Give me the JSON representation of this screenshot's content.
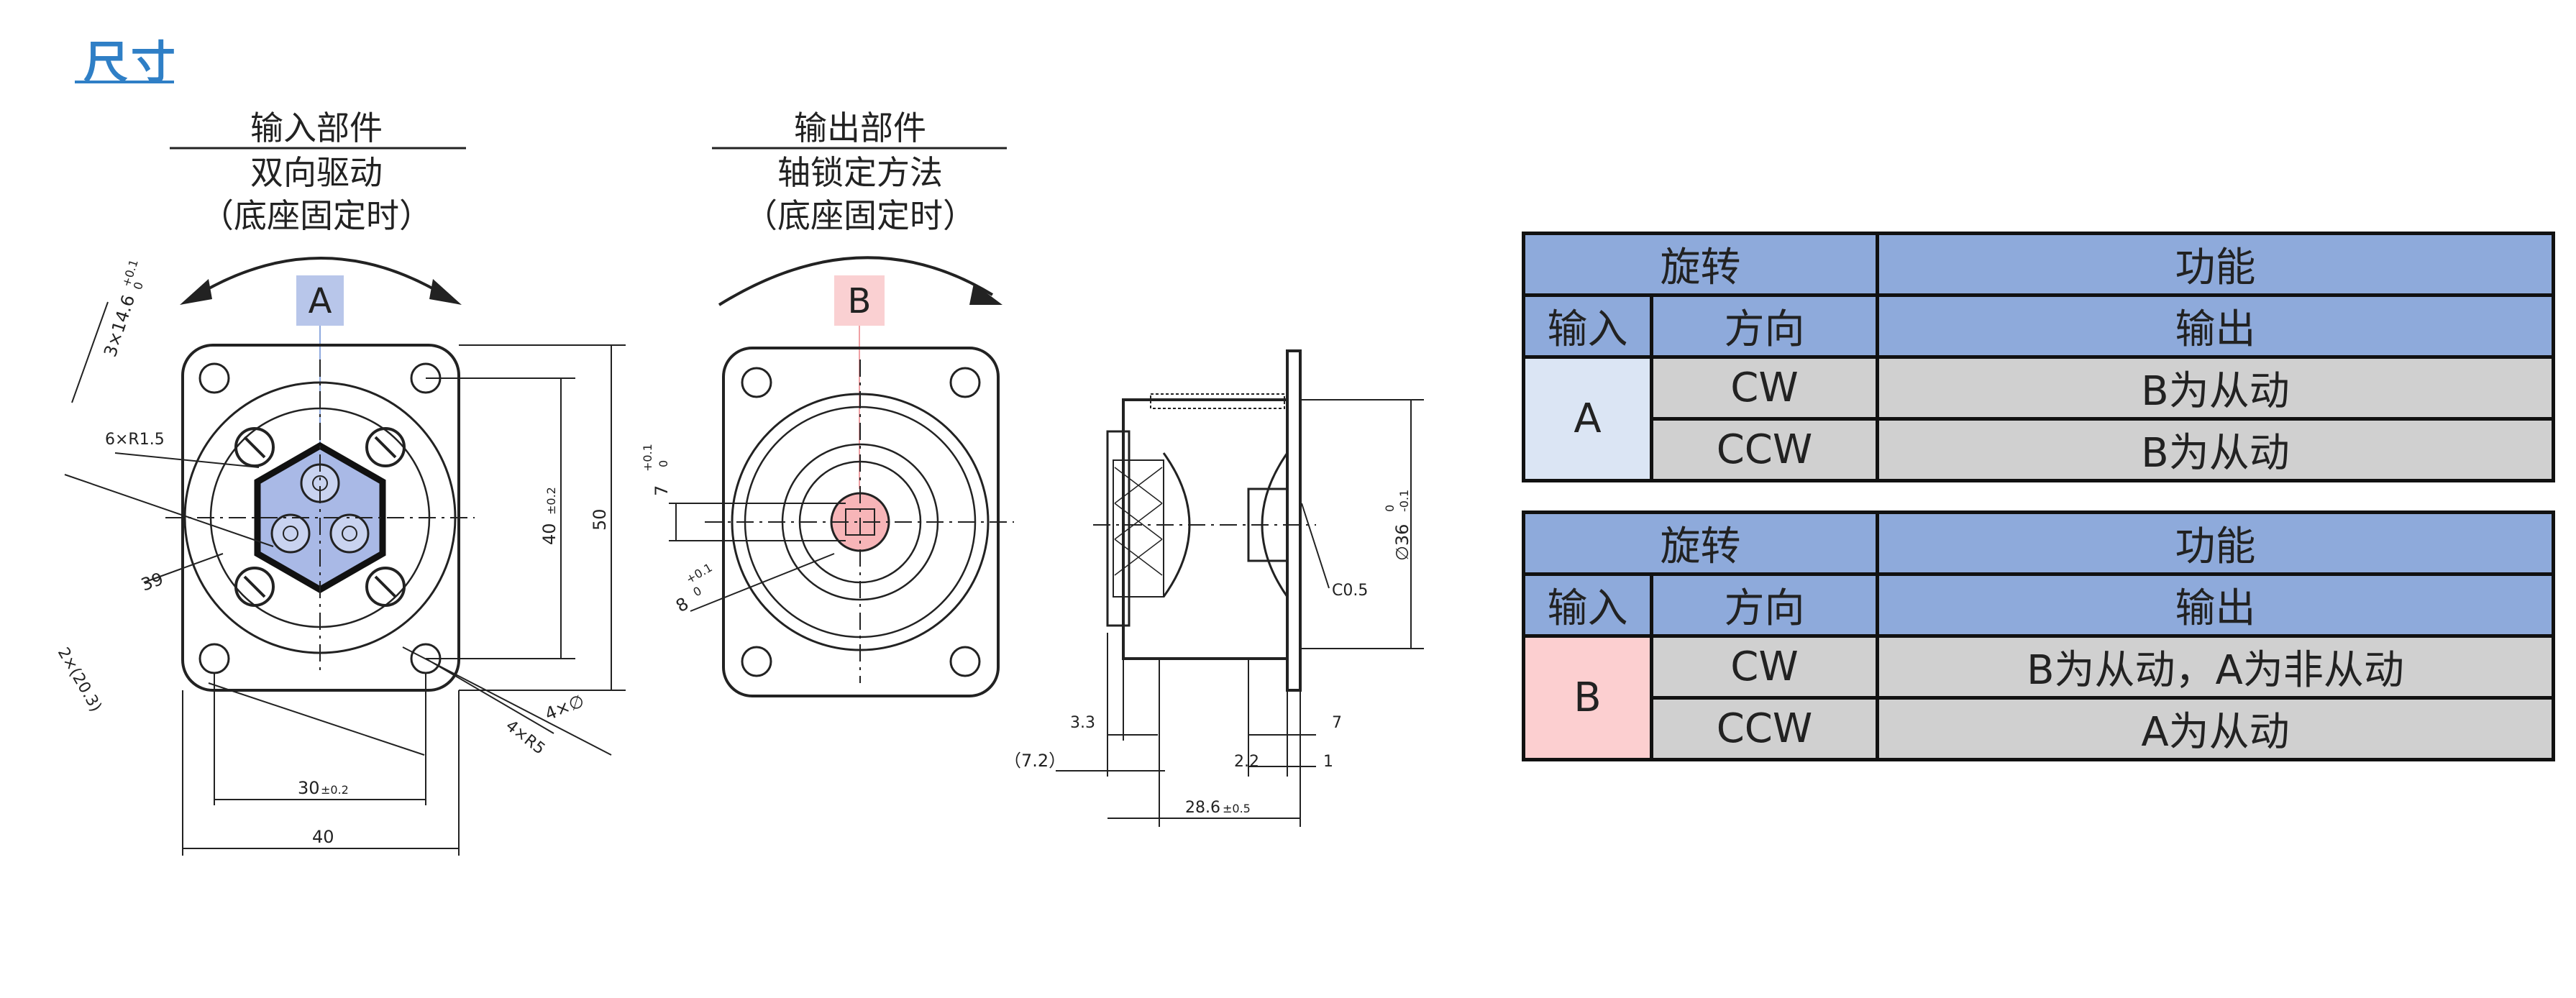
{
  "section_title": "尺寸",
  "input_panel": {
    "heading": "输入部件",
    "mode": "双向驱动",
    "condition": "（底座固定时）",
    "marker": "A",
    "dims": {
      "slot": "3×14.6",
      "slot_tol_upper": "+0.1",
      "slot_tol_lower": "0",
      "radius6": "6×R1.5",
      "d39": "39",
      "d203": "2×(20.3)",
      "d40v": "40",
      "d40v_tol": "±0.2",
      "d50": "50",
      "holes": "4×∅",
      "r5": "4×R5",
      "d30": "30",
      "d30_tol": "±0.2",
      "d40h": "40"
    }
  },
  "output_panel": {
    "heading": "输出部件",
    "mode": "轴锁定方法",
    "condition": "（底座固定时）",
    "marker": "B",
    "dims": {
      "d7": "7",
      "d7_tol_upper": "+0.1",
      "d7_tol_lower": "0",
      "d8": "8",
      "d8_tol_upper": "+0.1",
      "d8_tol_lower": "0"
    }
  },
  "side_view": {
    "dims": {
      "c05": "C0.5",
      "dia36": "∅36",
      "dia36_tol_upper": "0",
      "dia36_tol_lower": "-0.1",
      "d33": "3.3",
      "d72": "（7.2）",
      "d22": "2.2",
      "d1": "1",
      "d7": "7",
      "d286": "28.6",
      "d286_tol": "±0.5"
    }
  },
  "table_a": {
    "h_rotation": "旋转",
    "h_function": "功能",
    "h_input": "输入",
    "h_direction": "方向",
    "h_output": "输出",
    "key": "A",
    "rows": [
      {
        "dir": "CW",
        "out": "B为从动"
      },
      {
        "dir": "CCW",
        "out": "B为从动"
      }
    ]
  },
  "table_b": {
    "h_rotation": "旋转",
    "h_function": "功能",
    "h_input": "输入",
    "h_direction": "方向",
    "h_output": "输出",
    "key": "B",
    "rows": [
      {
        "dir": "CW",
        "out": "B为从动，A为非从动"
      },
      {
        "dir": "CCW",
        "out": "A为从动"
      }
    ]
  },
  "colors": {
    "title": "#2f7fc6",
    "header": "#8eaadb",
    "row_bg": "#d0d0d0",
    "key_a": "#dbe5f4",
    "key_b": "#fccfd0",
    "hex_fill": "#a9b9e6",
    "output_fill": "#f7b5b8"
  }
}
